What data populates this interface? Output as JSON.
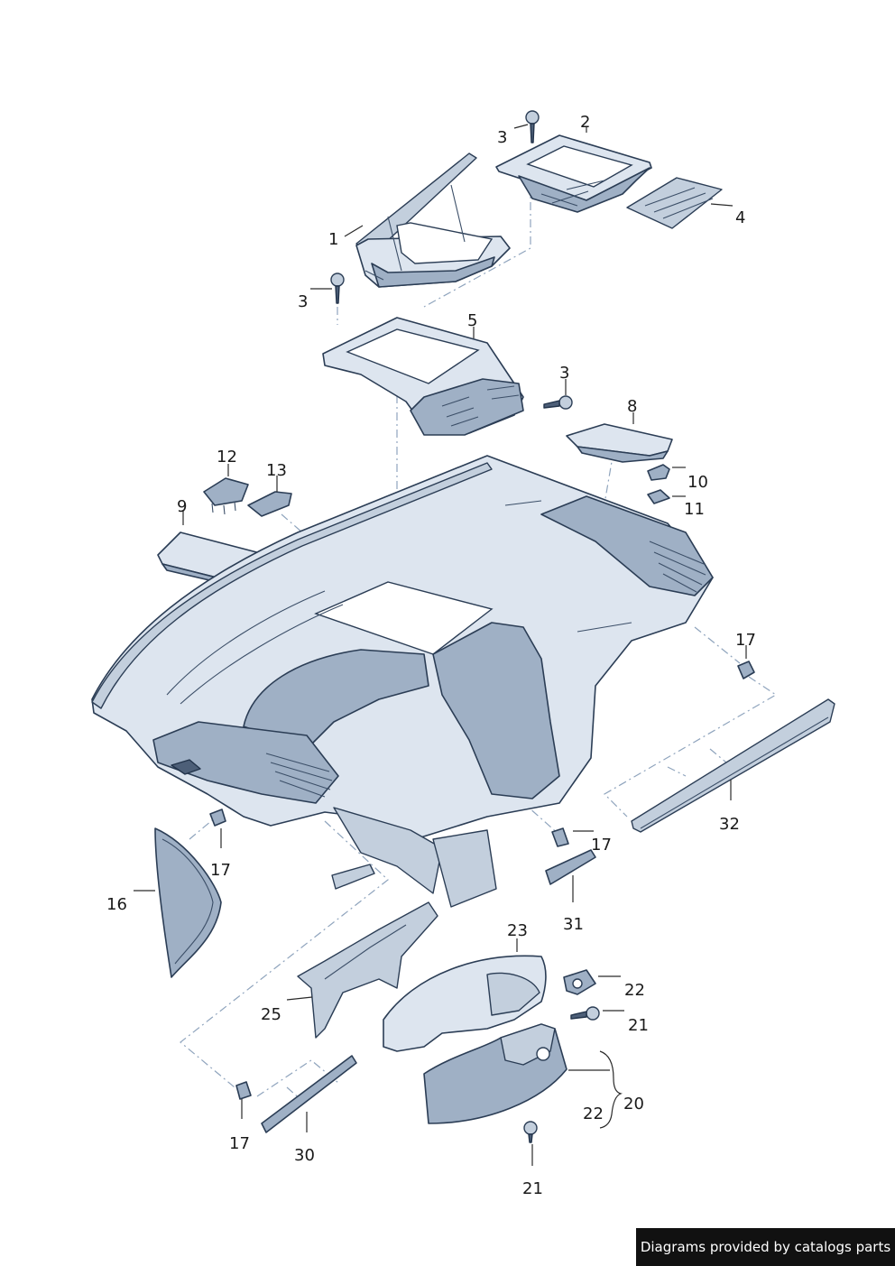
{
  "labels": {
    "p1": "1",
    "p2": "2",
    "p3a": "3",
    "p3b": "3",
    "p3c": "3",
    "p4": "4",
    "p5": "5",
    "p8": "8",
    "p9": "9",
    "p10": "10",
    "p11": "11",
    "p12": "12",
    "p13": "13",
    "p16": "16",
    "p17a": "17",
    "p17b": "17",
    "p17c": "17",
    "p17d": "17",
    "p20": "20",
    "p21a": "21",
    "p21b": "21",
    "p22a": "22",
    "p22b": "22",
    "p23": "23",
    "p25": "25",
    "p30": "30",
    "p31": "31",
    "p32": "32"
  },
  "footer": "Diagrams provided by catalogs parts",
  "colors": {
    "part_fill": "#dde5ef",
    "part_outline": "#2b3d55",
    "dashed_guide": "#8fa4bd",
    "footer_bg": "#111111"
  }
}
